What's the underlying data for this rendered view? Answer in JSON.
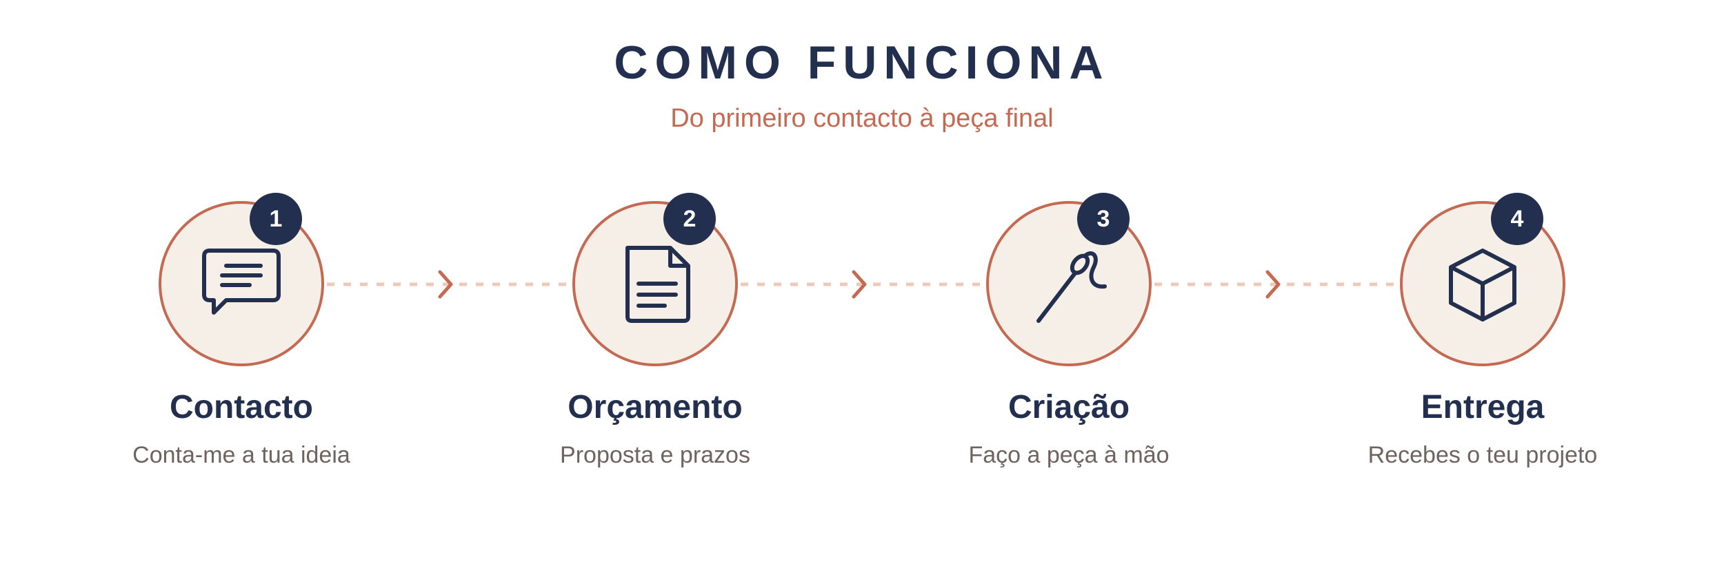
{
  "header": {
    "title": "COMO FUNCIONA",
    "subtitle": "Do primeiro contacto à peça final"
  },
  "colors": {
    "navy": "#232f4e",
    "terracotta": "#c46a52",
    "cream": "#f6efe7",
    "dashed_connector": "#f0c8b8",
    "description_text": "#6e635e"
  },
  "steps": [
    {
      "number": "1",
      "title": "Contacto",
      "description": "Conta-me a tua ideia",
      "icon": "chat-bubble-icon"
    },
    {
      "number": "2",
      "title": "Orçamento",
      "description": "Proposta e prazos",
      "icon": "document-icon"
    },
    {
      "number": "3",
      "title": "Criação",
      "description": "Faço a peça à mão",
      "icon": "sewing-needle-icon"
    },
    {
      "number": "4",
      "title": "Entrega",
      "description": "Recebes o teu projeto",
      "icon": "package-box-icon"
    }
  ]
}
